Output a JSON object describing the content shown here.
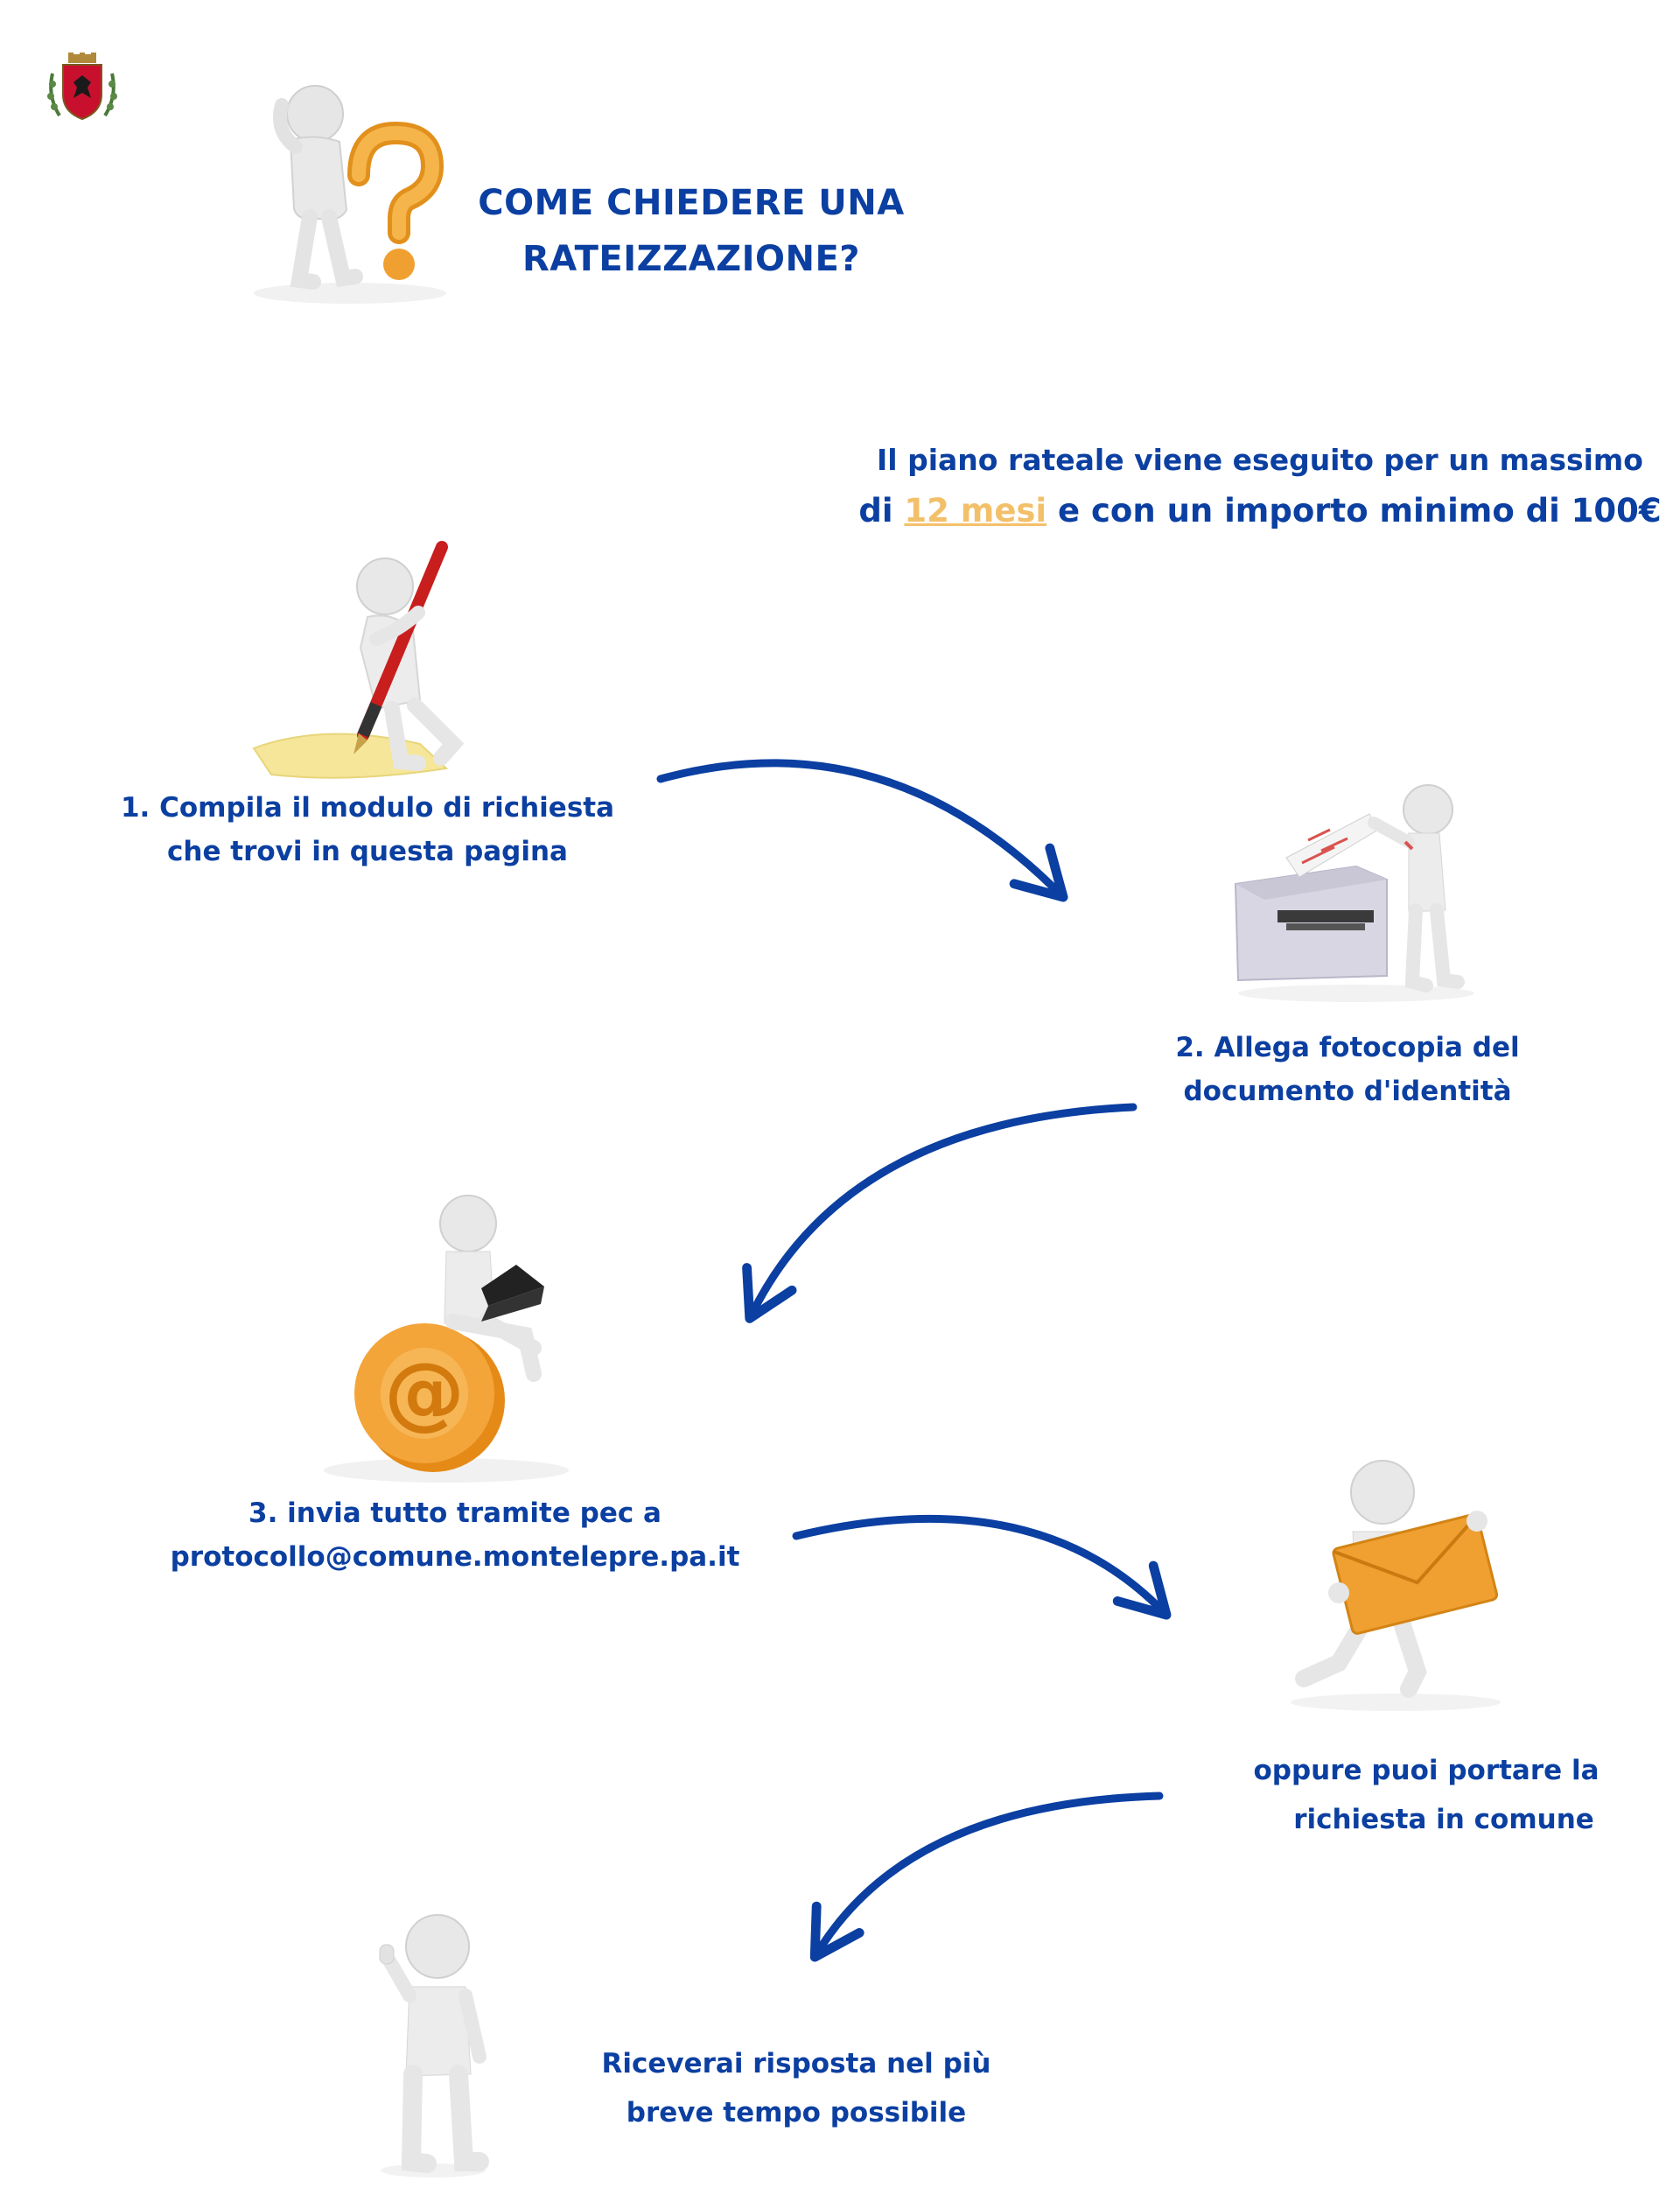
{
  "header": {
    "title_line1": "COME CHIEDERE UNA",
    "title_line2": "RATEIZZAZIONE?"
  },
  "note": {
    "line1": "Il piano rateale viene eseguito per un massimo",
    "line2_prefix": "di",
    "highlight": "12 mesi",
    "line2_suffix": "e con un importo minimo di 100€"
  },
  "steps": [
    {
      "line1": "1. Compila il modulo di richiesta",
      "line2": "che trovi in questa pagina"
    },
    {
      "line1": "2. Allega fotocopia del",
      "line2": "documento d'identità"
    },
    {
      "line1": "3. invia tutto tramite pec a",
      "line2": "protocollo@comune.montelepre.pa.it"
    },
    {
      "line1": "oppure puoi portare la",
      "line2": "richiesta in comune"
    },
    {
      "line1": "Riceverai risposta nel più",
      "line2": "breve tempo possibile"
    }
  ],
  "icons": [
    "coat-of-arms-icon",
    "question-mark-icon",
    "pen-writing-icon",
    "photocopier-icon",
    "at-sign-laptop-icon",
    "envelope-carrier-icon",
    "thumbs-up-icon",
    "arrow-icon"
  ],
  "colors": {
    "text": "#0b3fa1",
    "highlight": "#f3c06a",
    "arrow": "#0b3fa1",
    "orange": "#f0a030"
  }
}
